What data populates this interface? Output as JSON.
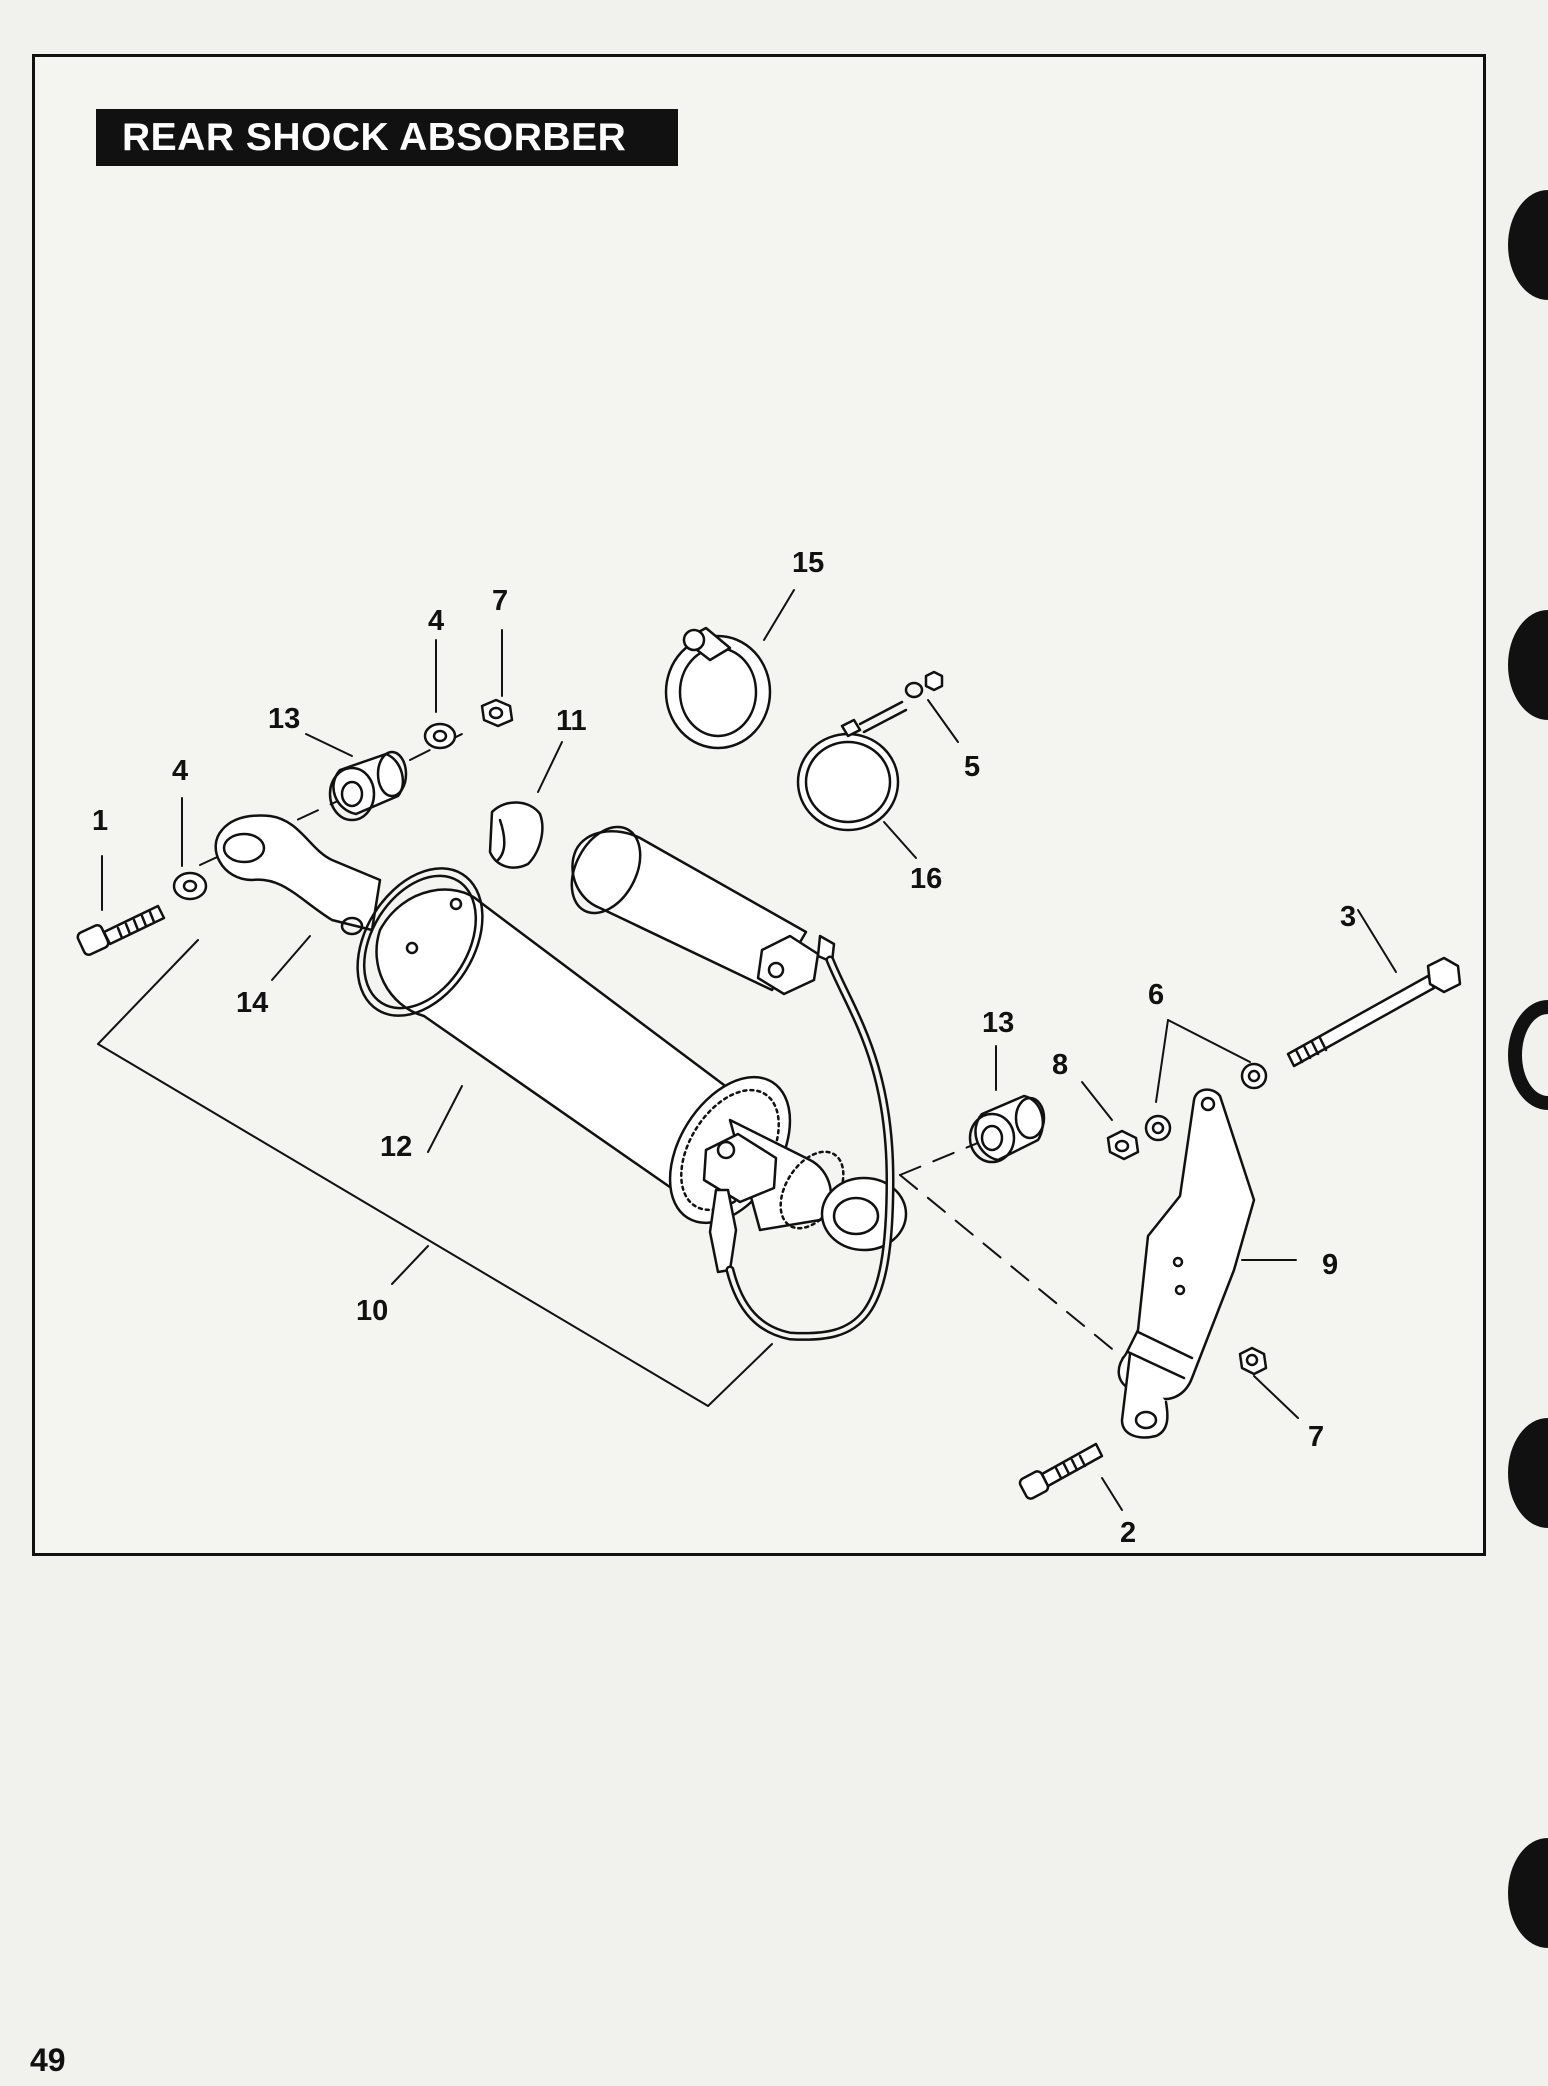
{
  "title": "REAR SHOCK ABSORBER",
  "page_number": "49",
  "callouts": [
    "1",
    "2",
    "3",
    "4",
    "4",
    "5",
    "6",
    "7",
    "7",
    "8",
    "9",
    "10",
    "11",
    "12",
    "13",
    "13",
    "14",
    "15",
    "16"
  ]
}
